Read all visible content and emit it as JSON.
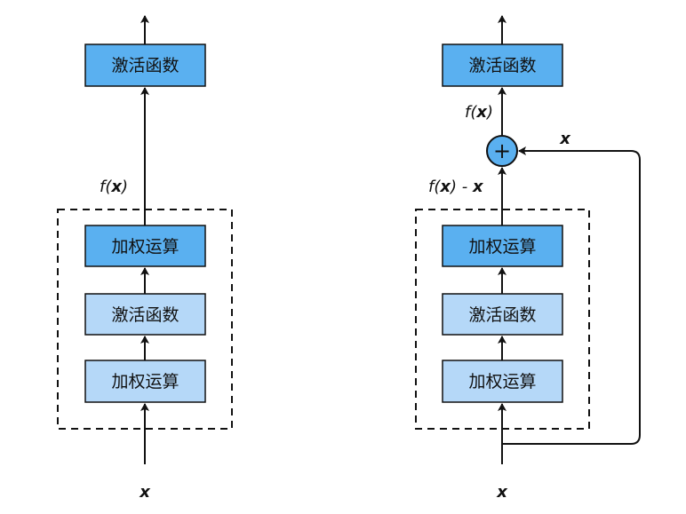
{
  "colors": {
    "dark_box": "#5ab0f0",
    "light_box": "#b5d8f8",
    "stroke": "#111111",
    "background": "#ffffff"
  },
  "left": {
    "activation_top": "激活函数",
    "weight_top": "加权运算",
    "activation_mid": "激活函数",
    "weight_bottom": "加权运算",
    "fx_label": {
      "f": "f(",
      "x": "x",
      "close": ")"
    },
    "input_label": "x"
  },
  "right": {
    "activation_top": "激活函数",
    "weight_top": "加权运算",
    "activation_mid": "激活函数",
    "weight_bottom": "加权运算",
    "plus_symbol": "+",
    "fx_label": {
      "f": "f(",
      "x": "x",
      "close": ")"
    },
    "fx_minus_label": {
      "f": "f(",
      "x": "x",
      "close": ") - ",
      "x2": "x"
    },
    "skip_label": "x",
    "input_label": "x"
  }
}
